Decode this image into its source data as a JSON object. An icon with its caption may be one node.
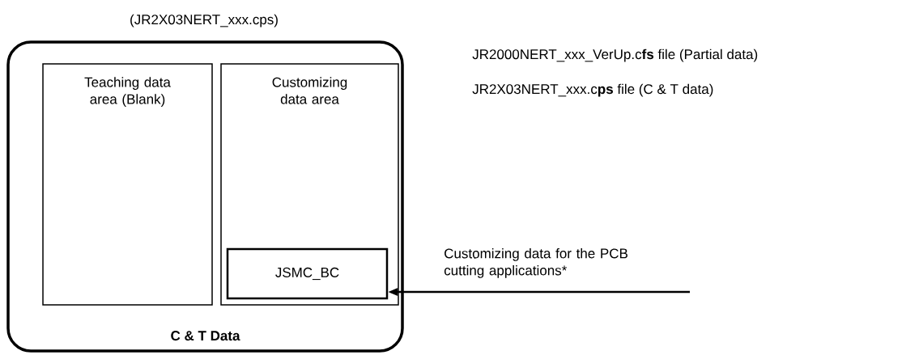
{
  "diagram": {
    "nodes": [
      {
        "text": [
          "(JR2X03NERT_xxx.cps)",
          "C & T Data"
        ]
      },
      {
        "text": [
          "Teaching data area (Blank)"
        ],
        "in": 0
      },
      {
        "text": [
          "Customizing data area"
        ],
        "in": 0
      },
      {
        "text": [
          "JSMC_BC"
        ],
        "in": 2
      }
    ],
    "edges": [
      {
        "from": null,
        "to": 3,
        "arrow": "to",
        "label": "Customizing data for the PCB cutting applications*"
      }
    ],
    "labels": [
      "JR2000NERT_xxx_VerUp.c**fs** file (Partial data)",
      "JR2X03NERT_xxx.c**ps** file (C & T data)"
    ]
  }
}
